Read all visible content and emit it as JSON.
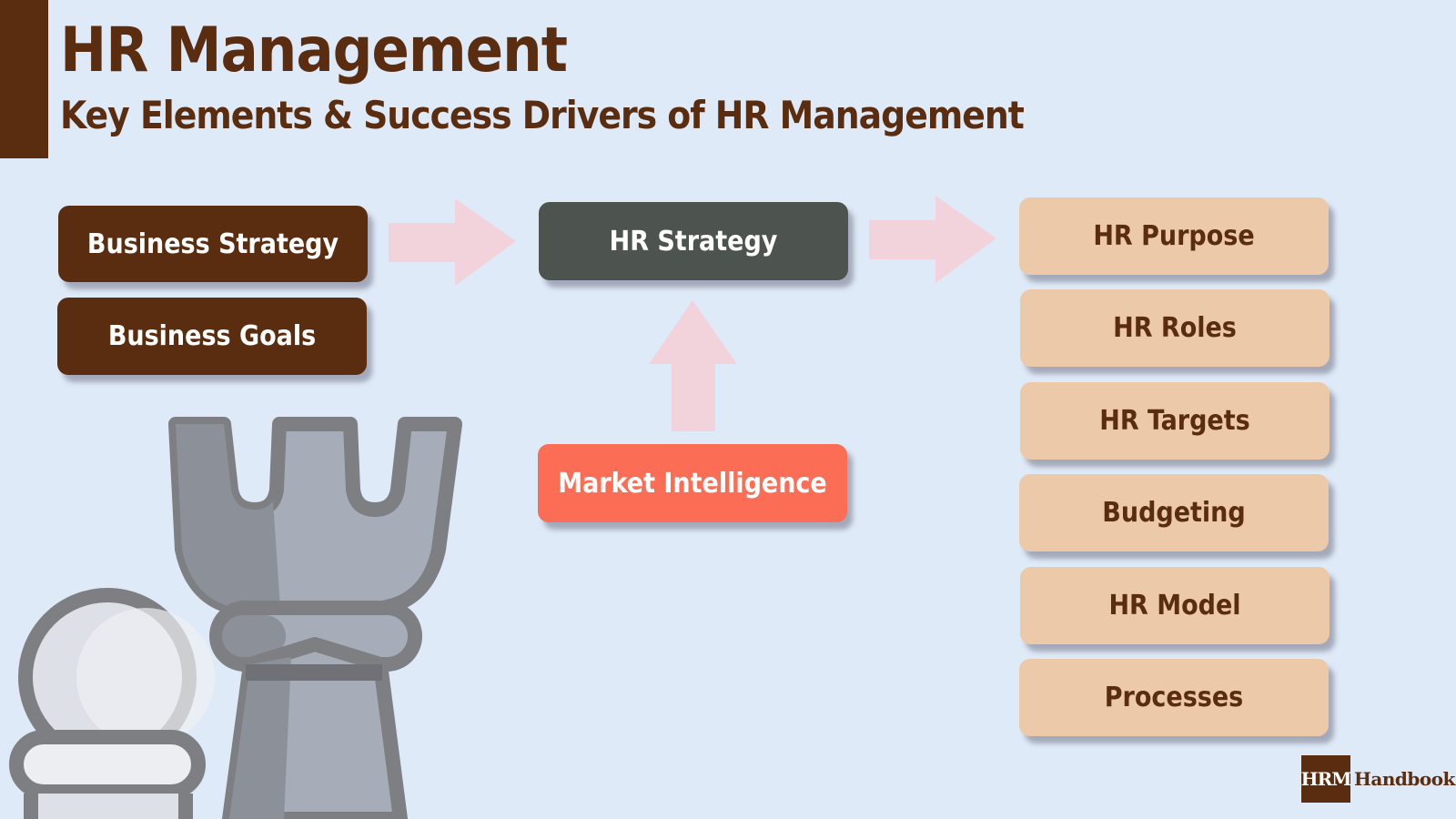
{
  "header": {
    "title": "HR Management",
    "subtitle": "Key Elements & Success Drivers of HR Management"
  },
  "inputs": {
    "business_strategy": "Business Strategy",
    "business_goals": "Business Goals"
  },
  "center": {
    "hr_strategy": "HR Strategy",
    "market_intelligence": "Market Intelligence"
  },
  "outputs": {
    "items": [
      "HR Purpose",
      "HR Roles",
      "HR Targets",
      "Budgeting",
      "HR Model",
      "Processes"
    ]
  },
  "brand": {
    "mark": "HRM",
    "name": "Handbook"
  },
  "colors": {
    "background": "#dfeaf8",
    "brown": "#5a2d10",
    "slate": "#4d544f",
    "coral": "#fb6e55",
    "tan": "#ecc9a8",
    "arrow": "#f2d3db"
  },
  "icons": [
    "chess-rook-icon",
    "chess-pawn-icon"
  ]
}
